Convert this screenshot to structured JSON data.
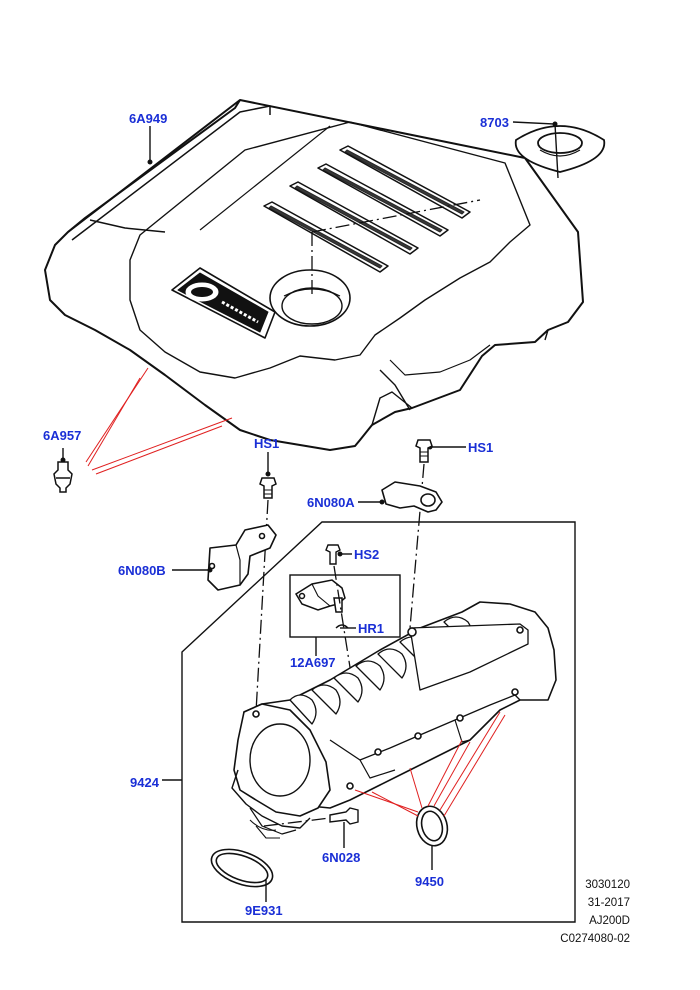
{
  "callouts": {
    "engine_cover": "6A949",
    "oil_cap_seal": "8703",
    "cover_stud": "6A957",
    "bolt_left": "HS1",
    "bolt_right": "HS1",
    "bracket_a": "6N080A",
    "bracket_b": "6N080B",
    "sensor_bolt": "HS2",
    "sensor_clip": "HR1",
    "map_sensor": "12A697",
    "intake_manifold": "9424",
    "manifold_bolt": "6N028",
    "gasket_round": "9450",
    "gasket_throttle": "9E931"
  },
  "reference": {
    "line1": "3030120",
    "line2": "31-2017",
    "line3": "AJ200D",
    "line4": "C0274080-02"
  },
  "colors": {
    "callout_text": "#1a2fd6",
    "line_art": "#111111",
    "leader_red": "#e02020"
  }
}
